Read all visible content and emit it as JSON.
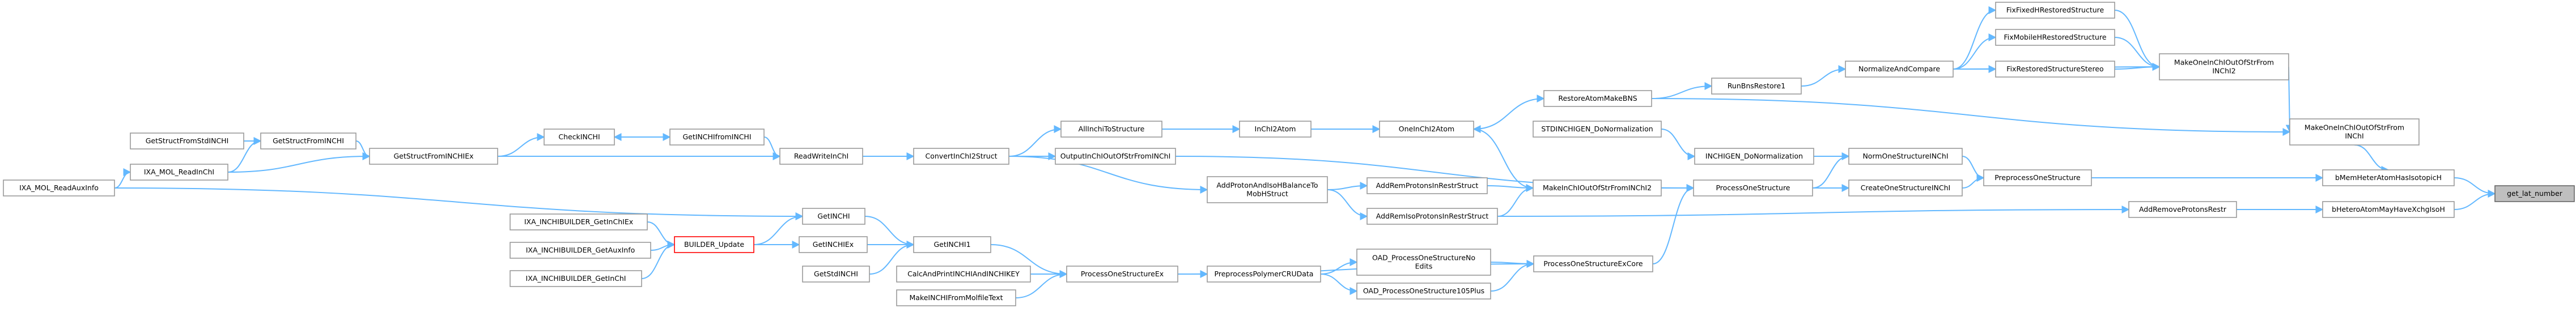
{
  "graph": {
    "nodes": [
      {
        "id": "getlatnumber",
        "label": "get_lat_number",
        "current": true
      },
      {
        "id": "bmemheter",
        "label": "bMemHeterAtomHasIsotopicH"
      },
      {
        "id": "bheteromay",
        "label": "bHeteroAtomMayHaveXchgIsoH"
      },
      {
        "id": "addremoveproton",
        "label": "AddRemoveProtonsRestr"
      },
      {
        "id": "preprocess",
        "label": "PreprocessOneStructure"
      },
      {
        "id": "makeoneinchiout",
        "label": "MakeOneInChIOutOfStrFrom\nINChI"
      },
      {
        "id": "makeoneinchiout2",
        "label": "MakeOneInChIOutOfStrFrom\nINChI2"
      },
      {
        "id": "fixfixedh",
        "label": "FixFixedHRestoredStructure"
      },
      {
        "id": "fixmobileh",
        "label": "FixMobileHRestoredStructure"
      },
      {
        "id": "fixrestoredstereo",
        "label": "FixRestoredStructureStereo"
      },
      {
        "id": "normalizeandcompare",
        "label": "NormalizeAndCompare"
      },
      {
        "id": "runbnsrestore1",
        "label": "RunBnsRestore1"
      },
      {
        "id": "restoreatommakebns",
        "label": "RestoreAtomMakeBNS"
      },
      {
        "id": "stdinchigen",
        "label": "STDINCHIGEN_DoNormalization"
      },
      {
        "id": "inchigen",
        "label": "INCHIGEN_DoNormalization"
      },
      {
        "id": "normonestructure",
        "label": "NormOneStructureINChI"
      },
      {
        "id": "createonestructure",
        "label": "CreateOneStructureINChI"
      },
      {
        "id": "processonestructure",
        "label": "ProcessOneStructure"
      },
      {
        "id": "makeinchioutofstr",
        "label": "MakeInChIOutOfStrFromINChI2"
      },
      {
        "id": "addremprotons",
        "label": "AddRemProtonsInRestrStruct"
      },
      {
        "id": "addremisoprotons",
        "label": "AddRemIsoProtonsInRestrStruct"
      },
      {
        "id": "addprotonandiso",
        "label": "AddProtonAndIsoHBalanceTo\nMobHStruct"
      },
      {
        "id": "oneinchi2atom",
        "label": "OneInChI2Atom"
      },
      {
        "id": "inchi2atom",
        "label": "InChI2Atom"
      },
      {
        "id": "allinchitostructure",
        "label": "AllInchiToStructure"
      },
      {
        "id": "outputinchioutofstr",
        "label": "OutputInChIOutOfStrFromINChI"
      },
      {
        "id": "convertinchi2struct",
        "label": "ConvertInChI2Struct"
      },
      {
        "id": "readwriteinchi",
        "label": "ReadWriteInChI"
      },
      {
        "id": "getinchifrominchi",
        "label": "GetINCHIfromINCHI"
      },
      {
        "id": "checkinchi",
        "label": "CheckINCHI"
      },
      {
        "id": "getstructfrominchiex",
        "label": "GetStructFromINCHIEx"
      },
      {
        "id": "getstructfrominchi",
        "label": "GetStructFromINCHI"
      },
      {
        "id": "getstructfromstdinchi",
        "label": "GetStructFromStdINCHI"
      },
      {
        "id": "ixamolreadinchi",
        "label": "IXA_MOL_ReadInChI"
      },
      {
        "id": "ixamolreadauxinfo",
        "label": "IXA_MOL_ReadAuxInfo"
      },
      {
        "id": "processonestructureexcore",
        "label": "ProcessOneStructureExCore"
      },
      {
        "id": "oadprocessnoedits",
        "label": "OAD_ProcessOneStructureNo\nEdits"
      },
      {
        "id": "oadprocess105plus",
        "label": "OAD_ProcessOneStructure105Plus"
      },
      {
        "id": "preprocesspolymer",
        "label": "PreprocessPolymerCRUData"
      },
      {
        "id": "processonestructureex",
        "label": "ProcessOneStructureEx"
      },
      {
        "id": "getinchi1",
        "label": "GetINCHI1"
      },
      {
        "id": "calcandprint",
        "label": "CalcAndPrintINCHIAndINCHIKEY"
      },
      {
        "id": "makeinchifrommolfile",
        "label": "MakeINCHIFromMolfileText"
      },
      {
        "id": "getstdinchi",
        "label": "GetStdINCHI"
      },
      {
        "id": "getinchi",
        "label": "GetINCHI"
      },
      {
        "id": "getinchiex",
        "label": "GetINCHIEx"
      },
      {
        "id": "builderupdate",
        "label": "BUILDER_Update",
        "warning": true
      },
      {
        "id": "ixabuildergetinchiex",
        "label": "IXA_INCHIBUILDER_GetInChIEx"
      },
      {
        "id": "ixabuildergetauxinfo",
        "label": "IXA_INCHIBUILDER_GetAuxInfo"
      },
      {
        "id": "ixabuildergetinchi",
        "label": "IXA_INCHIBUILDER_GetInChI"
      }
    ],
    "edges": [
      [
        "bmemheter",
        "getlatnumber"
      ],
      [
        "bheteromay",
        "getlatnumber"
      ],
      [
        "addremoveproton",
        "bheteromay"
      ],
      [
        "preprocess",
        "bmemheter"
      ],
      [
        "makeoneinchiout",
        "bmemheter"
      ],
      [
        "makeoneinchiout2",
        "makeoneinchiout"
      ],
      [
        "fixfixedh",
        "makeoneinchiout2"
      ],
      [
        "fixmobileh",
        "makeoneinchiout2"
      ],
      [
        "fixrestoredstereo",
        "makeoneinchiout2"
      ],
      [
        "normalizeandcompare",
        "fixfixedh"
      ],
      [
        "normalizeandcompare",
        "fixmobileh"
      ],
      [
        "normalizeandcompare",
        "fixrestoredstereo"
      ],
      [
        "normalizeandcompare",
        "makeoneinchiout2"
      ],
      [
        "runbnsrestore1",
        "normalizeandcompare"
      ],
      [
        "restoreatommakebns",
        "runbnsrestore1"
      ],
      [
        "restoreatommakebns",
        "makeoneinchiout"
      ],
      [
        "oneinchi2atom",
        "restoreatommakebns"
      ],
      [
        "normonestructure",
        "preprocess"
      ],
      [
        "createonestructure",
        "preprocess"
      ],
      [
        "inchigen",
        "normonestructure"
      ],
      [
        "stdinchigen",
        "inchigen"
      ],
      [
        "processonestructure",
        "normonestructure"
      ],
      [
        "processonestructure",
        "createonestructure"
      ],
      [
        "makeinchioutofstr",
        "processonestructure"
      ],
      [
        "makeinchioutofstr",
        "oneinchi2atom"
      ],
      [
        "addremprotons",
        "makeinchioutofstr"
      ],
      [
        "addremisoprotons",
        "makeinchioutofstr"
      ],
      [
        "addremisoprotons",
        "addremoveproton"
      ],
      [
        "addprotonandiso",
        "addremprotons"
      ],
      [
        "addprotonandiso",
        "addremisoprotons"
      ],
      [
        "inchi2atom",
        "oneinchi2atom"
      ],
      [
        "allinchitostructure",
        "inchi2atom"
      ],
      [
        "convertinchi2struct",
        "allinchitostructure"
      ],
      [
        "convertinchi2struct",
        "outputinchioutofstr"
      ],
      [
        "convertinchi2struct",
        "addprotonandiso"
      ],
      [
        "outputinchioutofstr",
        "processonestructure"
      ],
      [
        "readwriteinchi",
        "convertinchi2struct"
      ],
      [
        "getinchifrominchi",
        "readwriteinchi"
      ],
      [
        "checkinchi",
        "getinchifrominchi"
      ],
      [
        "getinchifrominchi",
        "checkinchi"
      ],
      [
        "getstructfrominchiex",
        "checkinchi"
      ],
      [
        "getstructfrominchiex",
        "readwriteinchi"
      ],
      [
        "getstructfrominchi",
        "getstructfrominchiex"
      ],
      [
        "ixamolreadinchi",
        "getstructfrominchiex"
      ],
      [
        "getstructfromstdinchi",
        "getstructfrominchi"
      ],
      [
        "ixamolreadinchi",
        "getstructfrominchi"
      ],
      [
        "ixamolreadauxinfo",
        "ixamolreadinchi"
      ],
      [
        "ixamolreadauxinfo",
        "getinchi"
      ],
      [
        "processonestructureexcore",
        "processonestructure"
      ],
      [
        "oadprocessnoedits",
        "processonestructureexcore"
      ],
      [
        "oadprocess105plus",
        "processonestructureexcore"
      ],
      [
        "preprocesspolymer",
        "oadprocessnoedits"
      ],
      [
        "preprocesspolymer",
        "oadprocess105plus"
      ],
      [
        "processonestructureex",
        "processonestructureexcore"
      ],
      [
        "processonestructureex",
        "preprocesspolymer"
      ],
      [
        "getinchi1",
        "processonestructureex"
      ],
      [
        "calcandprint",
        "processonestructureex"
      ],
      [
        "makeinchifrommolfile",
        "processonestructureex"
      ],
      [
        "getinchi",
        "getinchi1"
      ],
      [
        "getinchiex",
        "getinchi1"
      ],
      [
        "getstdinchi",
        "getinchi1"
      ],
      [
        "builderupdate",
        "getinchi"
      ],
      [
        "builderupdate",
        "getinchiex"
      ],
      [
        "ixabuildergetinchiex",
        "builderupdate"
      ],
      [
        "ixabuildergetauxinfo",
        "builderupdate"
      ],
      [
        "ixabuildergetinchi",
        "builderupdate"
      ]
    ]
  }
}
